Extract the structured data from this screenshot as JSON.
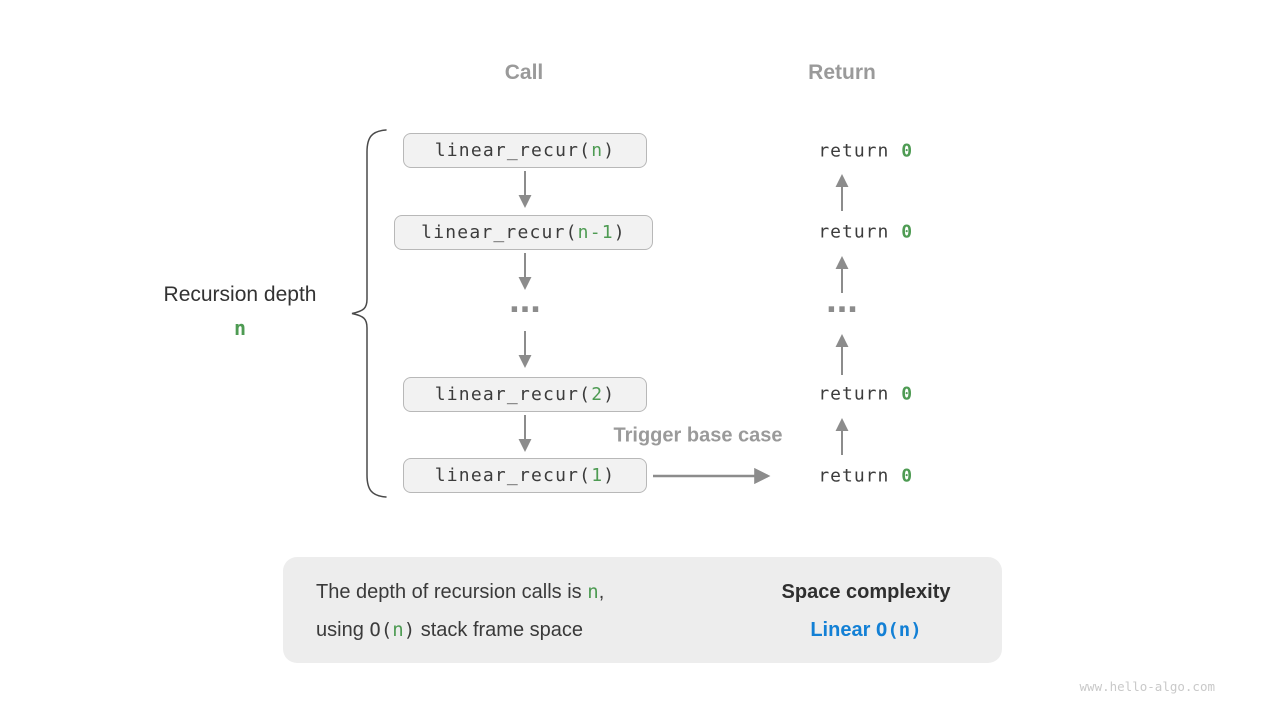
{
  "colors": {
    "accent_green": "#4e9b53",
    "accent_blue": "#1380d5",
    "label_gray": "#9a9a9a",
    "arrow_gray": "#8c8c8c",
    "code_text": "#3c3c3c",
    "box_fill": "#f2f2f2",
    "box_border": "#b8b8b8",
    "panel_fill": "#ededed"
  },
  "headers": {
    "call": "Call",
    "return": "Return"
  },
  "call_column": {
    "frames": [
      {
        "prefix": "linear_recur(",
        "arg": "n",
        "suffix": ")"
      },
      {
        "prefix": "linear_recur(",
        "arg": "n-1",
        "suffix": ")"
      },
      {
        "prefix": "linear_recur(",
        "arg": "2",
        "suffix": ")"
      },
      {
        "prefix": "linear_recur(",
        "arg": "1",
        "suffix": ")"
      }
    ],
    "ellipsis": "..."
  },
  "return_column": {
    "items": [
      {
        "keyword": "return ",
        "value": "0"
      },
      {
        "keyword": "return ",
        "value": "0"
      },
      {
        "keyword": "return ",
        "value": "0"
      },
      {
        "keyword": "return ",
        "value": "0"
      }
    ],
    "ellipsis": "..."
  },
  "annotations": {
    "trigger_base_case": "Trigger base case",
    "recursion_depth_label": "Recursion depth",
    "recursion_depth_value": "n"
  },
  "summary": {
    "line1_text": "The depth of recursion calls is ",
    "line1_code": "n",
    "line1_tail": ",",
    "line2_head": "using ",
    "line2_code_open": "O(",
    "line2_code_arg": "n",
    "line2_code_close": ")",
    "line2_tail": " stack frame space",
    "result_title": "Space complexity",
    "result_label": "Linear ",
    "result_code": "O(n)"
  },
  "watermark": "www.hello-algo.com"
}
